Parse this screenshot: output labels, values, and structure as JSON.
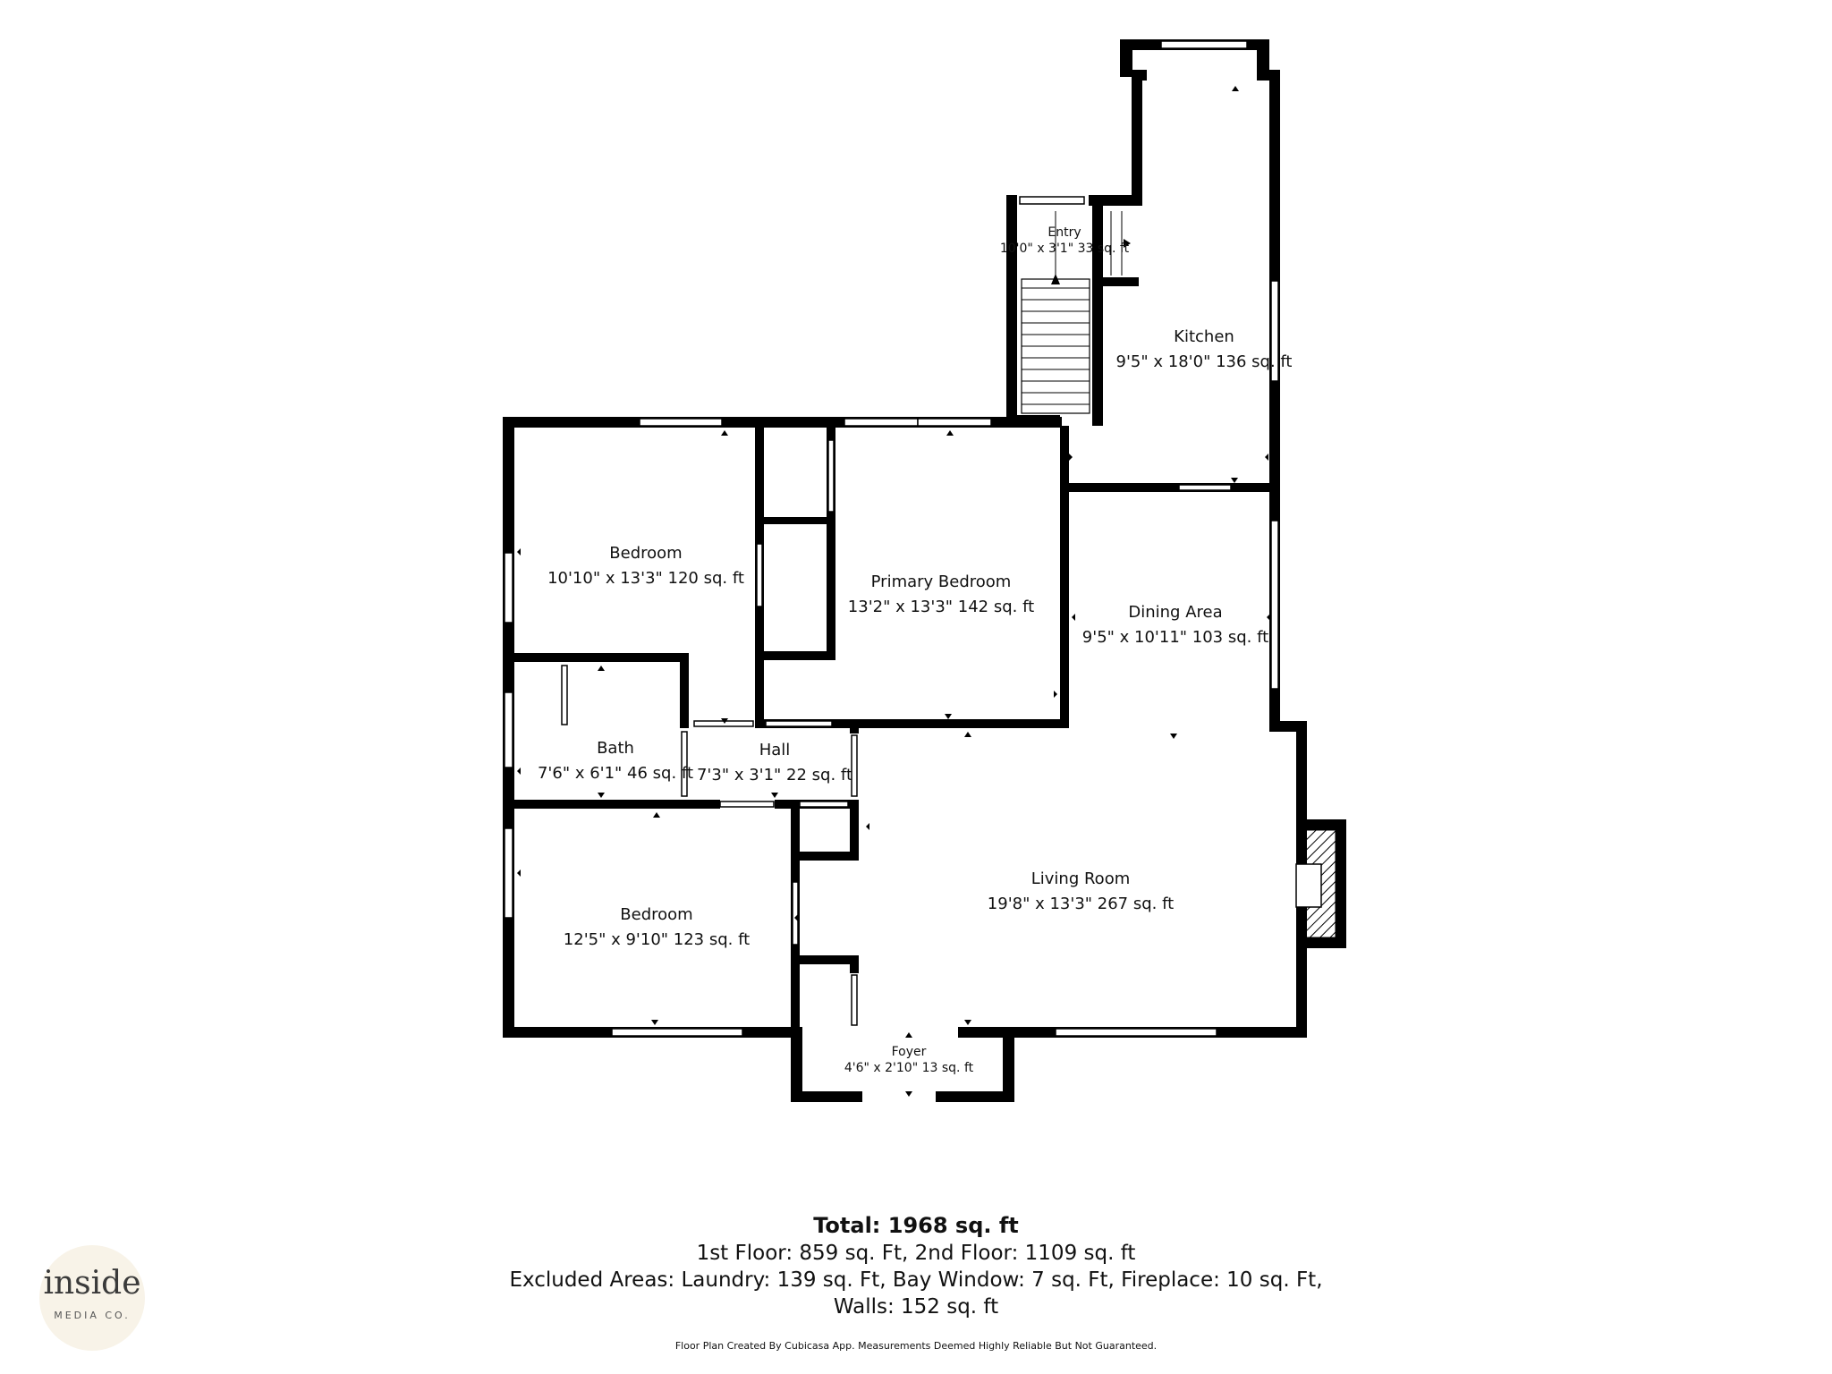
{
  "rooms": {
    "entry": {
      "name": "Entry",
      "dims": "10'0\" x 3'1\" 33 sq. ft"
    },
    "kitchen": {
      "name": "Kitchen",
      "dims": "9'5\" x 18'0\" 136 sq. ft"
    },
    "bedroom_nw": {
      "name": "Bedroom",
      "dims": "10'10\" x 13'3\" 120 sq. ft"
    },
    "primary_bedroom": {
      "name": "Primary Bedroom",
      "dims": "13'2\" x 13'3\" 142 sq. ft"
    },
    "dining_area": {
      "name": "Dining Area",
      "dims": "9'5\" x 10'11\" 103 sq. ft"
    },
    "bath": {
      "name": "Bath",
      "dims": "7'6\" x 6'1\" 46 sq. ft"
    },
    "hall": {
      "name": "Hall",
      "dims": "7'3\" x 3'1\" 22 sq. ft"
    },
    "living_room": {
      "name": "Living Room",
      "dims": "19'8\" x 13'3\" 267 sq. ft"
    },
    "bedroom_sw": {
      "name": "Bedroom",
      "dims": "12'5\" x 9'10\" 123 sq. ft"
    },
    "foyer": {
      "name": "Foyer",
      "dims": "4'6\" x 2'10\" 13 sq. ft"
    }
  },
  "summary": {
    "total": "Total: 1968 sq. ft",
    "floors": "1st Floor: 859 sq. Ft, 2nd Floor: 1109 sq. ft",
    "excluded": "Excluded Areas: Laundry: 139 sq. Ft, Bay Window: 7 sq. Ft, Fireplace: 10 sq. Ft,",
    "walls": "Walls: 152 sq. ft",
    "disclaimer": "Floor Plan Created By Cubicasa App. Measurements Deemed Highly Reliable But Not Guaranteed."
  },
  "logo": {
    "word": "inside",
    "sub": "MEDIA CO."
  }
}
